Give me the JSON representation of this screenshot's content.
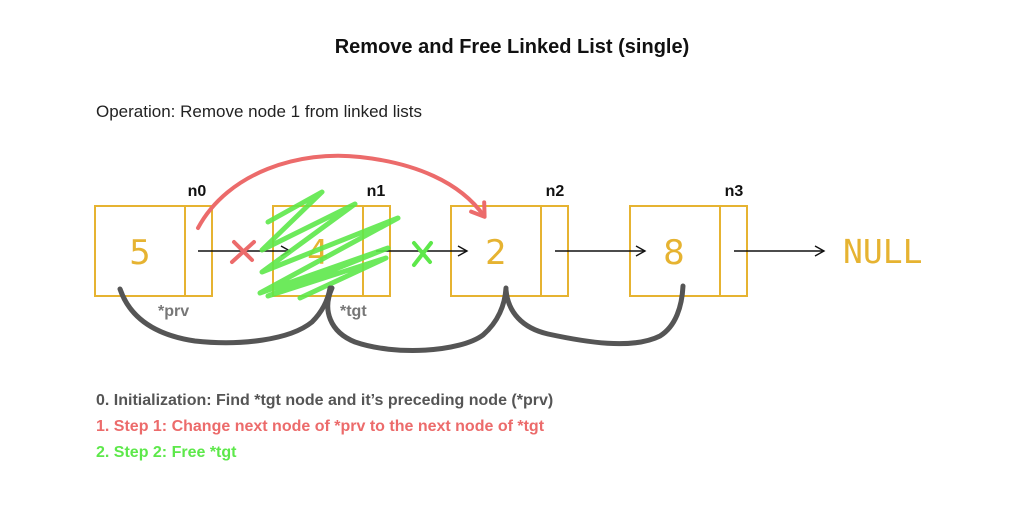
{
  "title": "Remove and Free Linked List (single)",
  "operation": "Operation: Remove node 1 from linked lists",
  "nodes": [
    {
      "label": "n0",
      "value": "5"
    },
    {
      "label": "n1",
      "value": "4"
    },
    {
      "label": "n2",
      "value": "2"
    },
    {
      "label": "n3",
      "value": "8"
    }
  ],
  "null_text": "NULL",
  "pointers": {
    "prv": "*prv",
    "tgt": "*tgt"
  },
  "steps": [
    {
      "text": "0. Initialization: Find *tgt node and it’s preceding node (*prv)",
      "color": "#555555"
    },
    {
      "text": "1. Step 1: Change next node of *prv to the next node of *tgt",
      "color": "#ec6b6b"
    },
    {
      "text": "2. Step 2: Free *tgt",
      "color": "#5de84a"
    }
  ],
  "colors": {
    "node_border": "#e6b331",
    "node_value": "#e6b331",
    "relink_arrow": "#ec6b6b",
    "scribble": "#5de84a",
    "brace": "#555555"
  }
}
